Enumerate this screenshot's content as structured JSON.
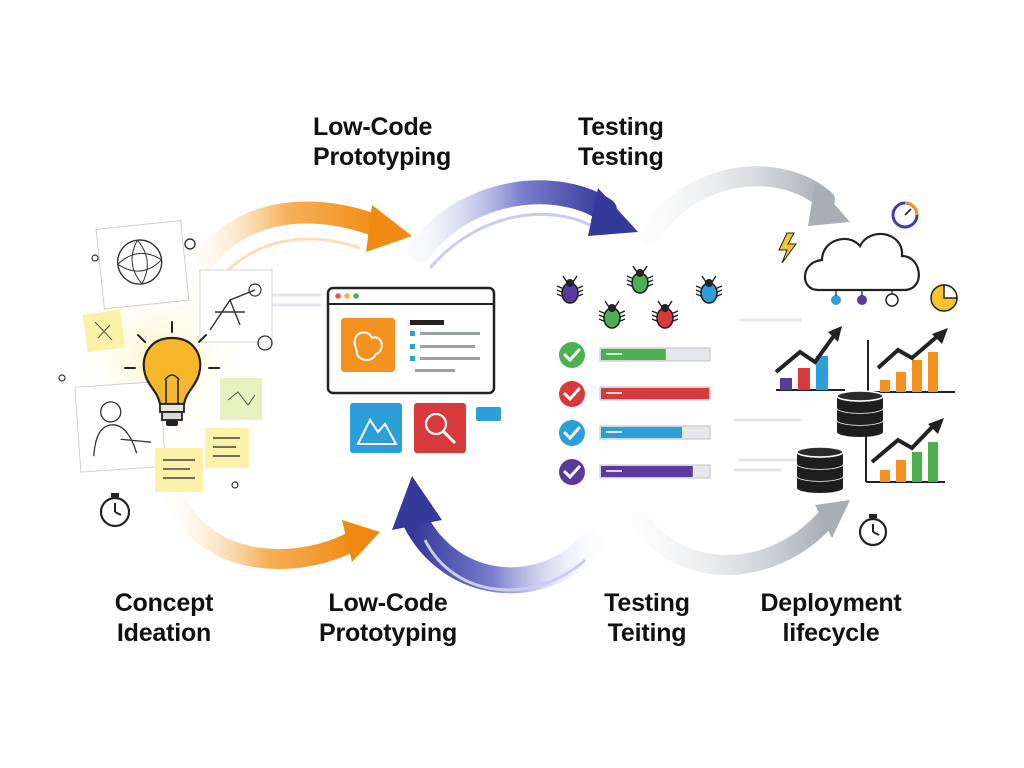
{
  "labels": {
    "top_left": [
      "Low-Code",
      "Prototyping"
    ],
    "top_right": [
      "Testing",
      "Testing"
    ],
    "bottom_1": [
      "Concept",
      "Ideation"
    ],
    "bottom_2": [
      "Low-Code",
      "Prototyping"
    ],
    "bottom_3": [
      "Testing",
      "Teiting"
    ],
    "bottom_4": [
      "Deployment",
      "lifecycle"
    ]
  },
  "icons": {
    "ideation": [
      "sketch-paper-icon",
      "lightbulb-icon",
      "sticky-note-icon",
      "stopwatch-icon"
    ],
    "prototyping": [
      "browser-window-icon",
      "mountain-image-icon",
      "search-image-icon"
    ],
    "testing": [
      "bug-icon",
      "check-circle-icon",
      "progress-bar"
    ],
    "deployment": [
      "cloud-icon",
      "lightning-icon",
      "database-icon",
      "bar-chart-icon",
      "stopwatch-icon"
    ]
  },
  "colors": {
    "orange": "#f39221",
    "indigo": "#3f3fa8",
    "gray": "#b9bcc2",
    "green": "#4caf50",
    "red": "#d63a3a",
    "blue": "#2d9fd8",
    "purple": "#5b3a9e",
    "yellow": "#f6c431"
  },
  "test_checks": [
    {
      "color": "#4caf50",
      "fill": 0.6
    },
    {
      "color": "#d63a3a",
      "fill": 1.0
    },
    {
      "color": "#2d9fd8",
      "fill": 0.75
    },
    {
      "color": "#5b3a9e",
      "fill": 0.85
    }
  ]
}
